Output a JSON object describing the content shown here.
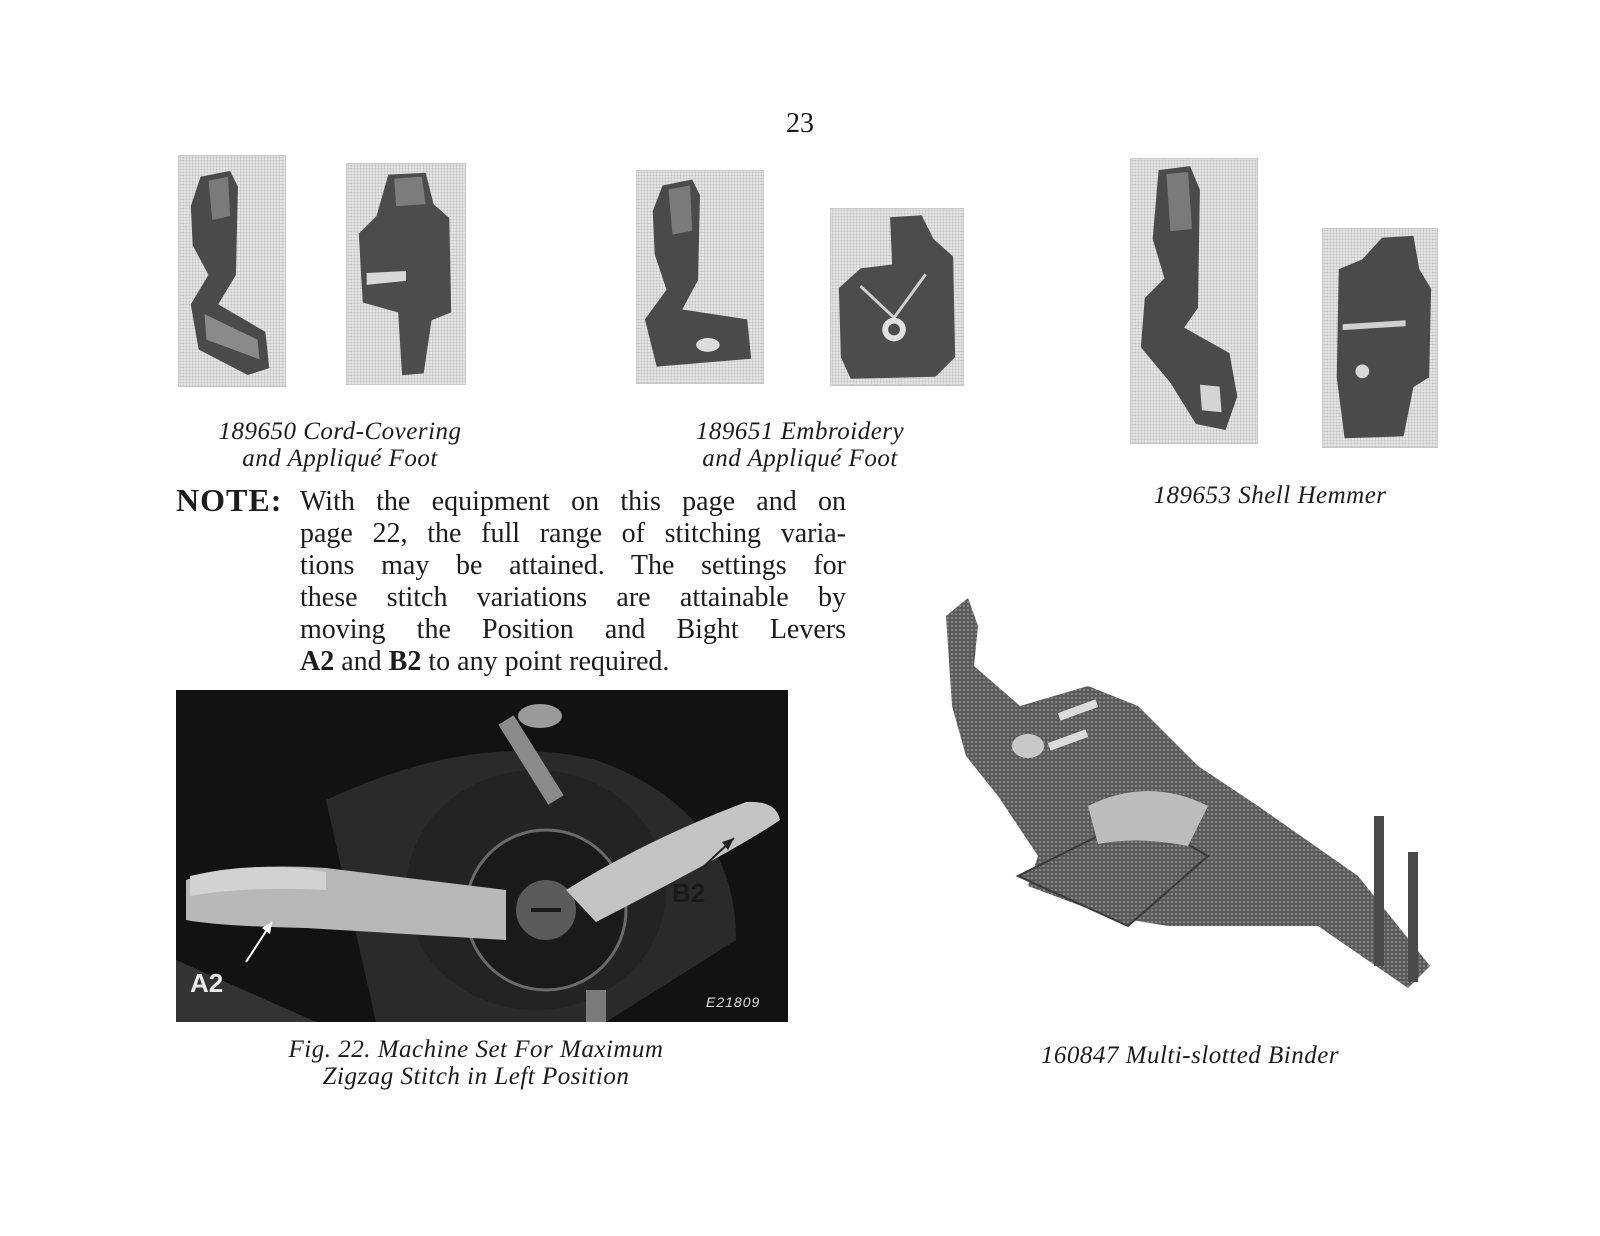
{
  "page": {
    "number": "23"
  },
  "items": [
    {
      "line1": "189650 Cord-Covering",
      "line2": "and Appliqué Foot"
    },
    {
      "line1": "189651 Embroidery",
      "line2": "and Appliqué Foot"
    },
    {
      "line1": "189653 Shell Hemmer"
    },
    {
      "line1": "160847 Multi-slotted Binder"
    }
  ],
  "note": {
    "label": "NOTE:",
    "lines": [
      "With the equipment on this page and on",
      "page 22, the full range of stitching varia-",
      "tions may be attained. The settings for",
      "these stitch variations are attainable by",
      "moving the Position and Bight Levers"
    ],
    "last_a2": "A2",
    "last_and": " and ",
    "last_b2": "B2",
    "last_rest": " to any point required."
  },
  "figure": {
    "label_a2": "A2",
    "label_b2": "B2",
    "code": "E21809",
    "caption_line1": "Fig. 22. Machine Set For Maximum",
    "caption_line2": "Zigzag Stitch in Left Position"
  }
}
